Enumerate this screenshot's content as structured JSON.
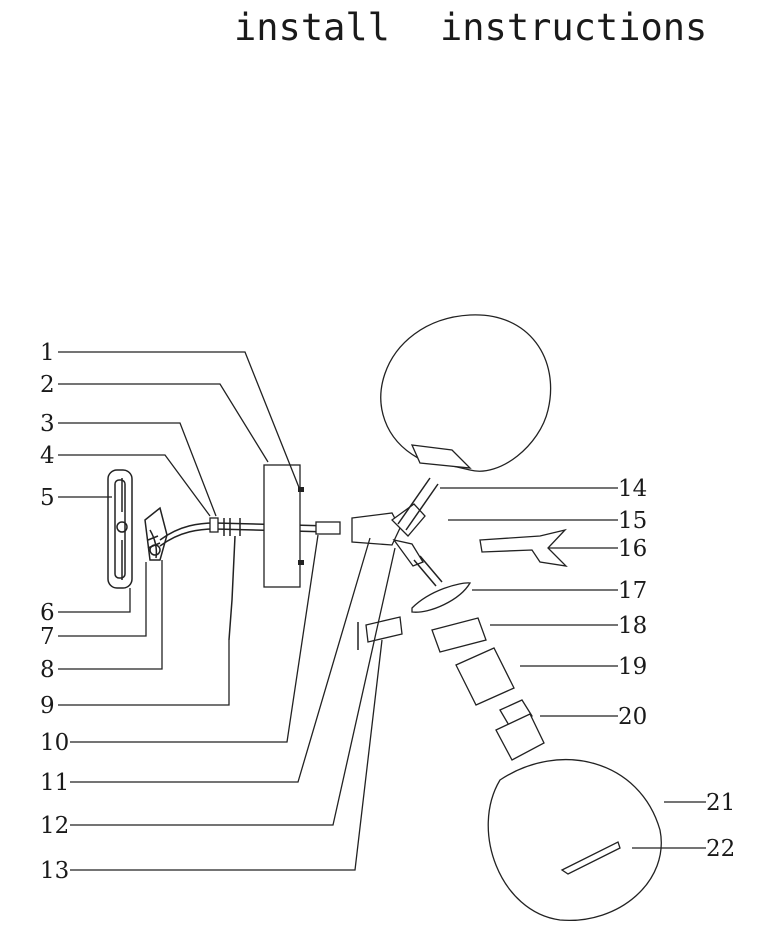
{
  "title": {
    "word1": "install",
    "word2": "instructions"
  },
  "callouts": [
    "1",
    "2",
    "3",
    "4",
    "5",
    "6",
    "7",
    "8",
    "9",
    "10",
    "11",
    "12",
    "13",
    "14",
    "15",
    "16",
    "17",
    "18",
    "19",
    "20",
    "21",
    "22"
  ]
}
